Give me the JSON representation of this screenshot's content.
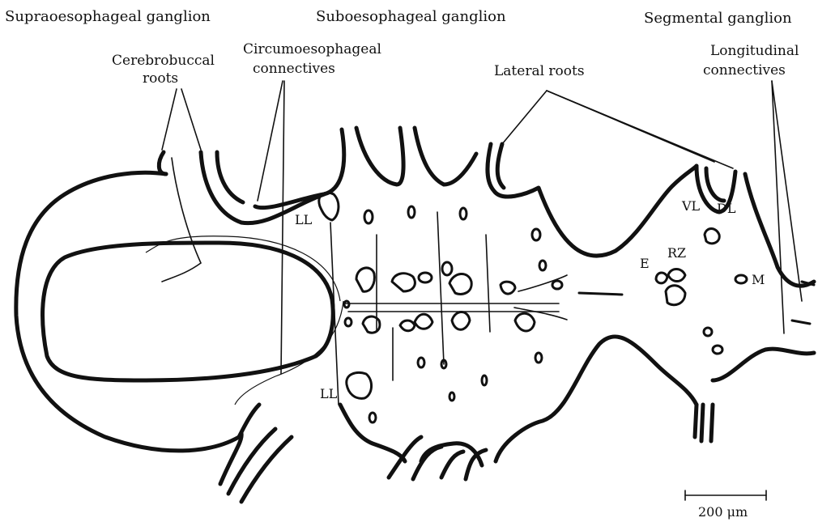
{
  "headers": {
    "supra": "Supraoesophageal ganglion",
    "sub": "Suboesophageal ganglion",
    "segmental": "Segmental ganglion"
  },
  "labels": {
    "cerebrobuccal_1": "Cerebrobuccal",
    "cerebrobuccal_2": "roots",
    "circum_1": "Circumoesophageal",
    "circum_2": "connectives",
    "lateral_roots": "Lateral roots",
    "longitudinal_1": "Longitudinal",
    "longitudinal_2": "connectives"
  },
  "cells": {
    "ll_top": "LL",
    "ll_bottom": "LL",
    "vl": "VL",
    "dl": "DL",
    "rz": "RZ",
    "e": "E",
    "m": "M"
  },
  "scale_bar": {
    "label": "200 μm"
  }
}
